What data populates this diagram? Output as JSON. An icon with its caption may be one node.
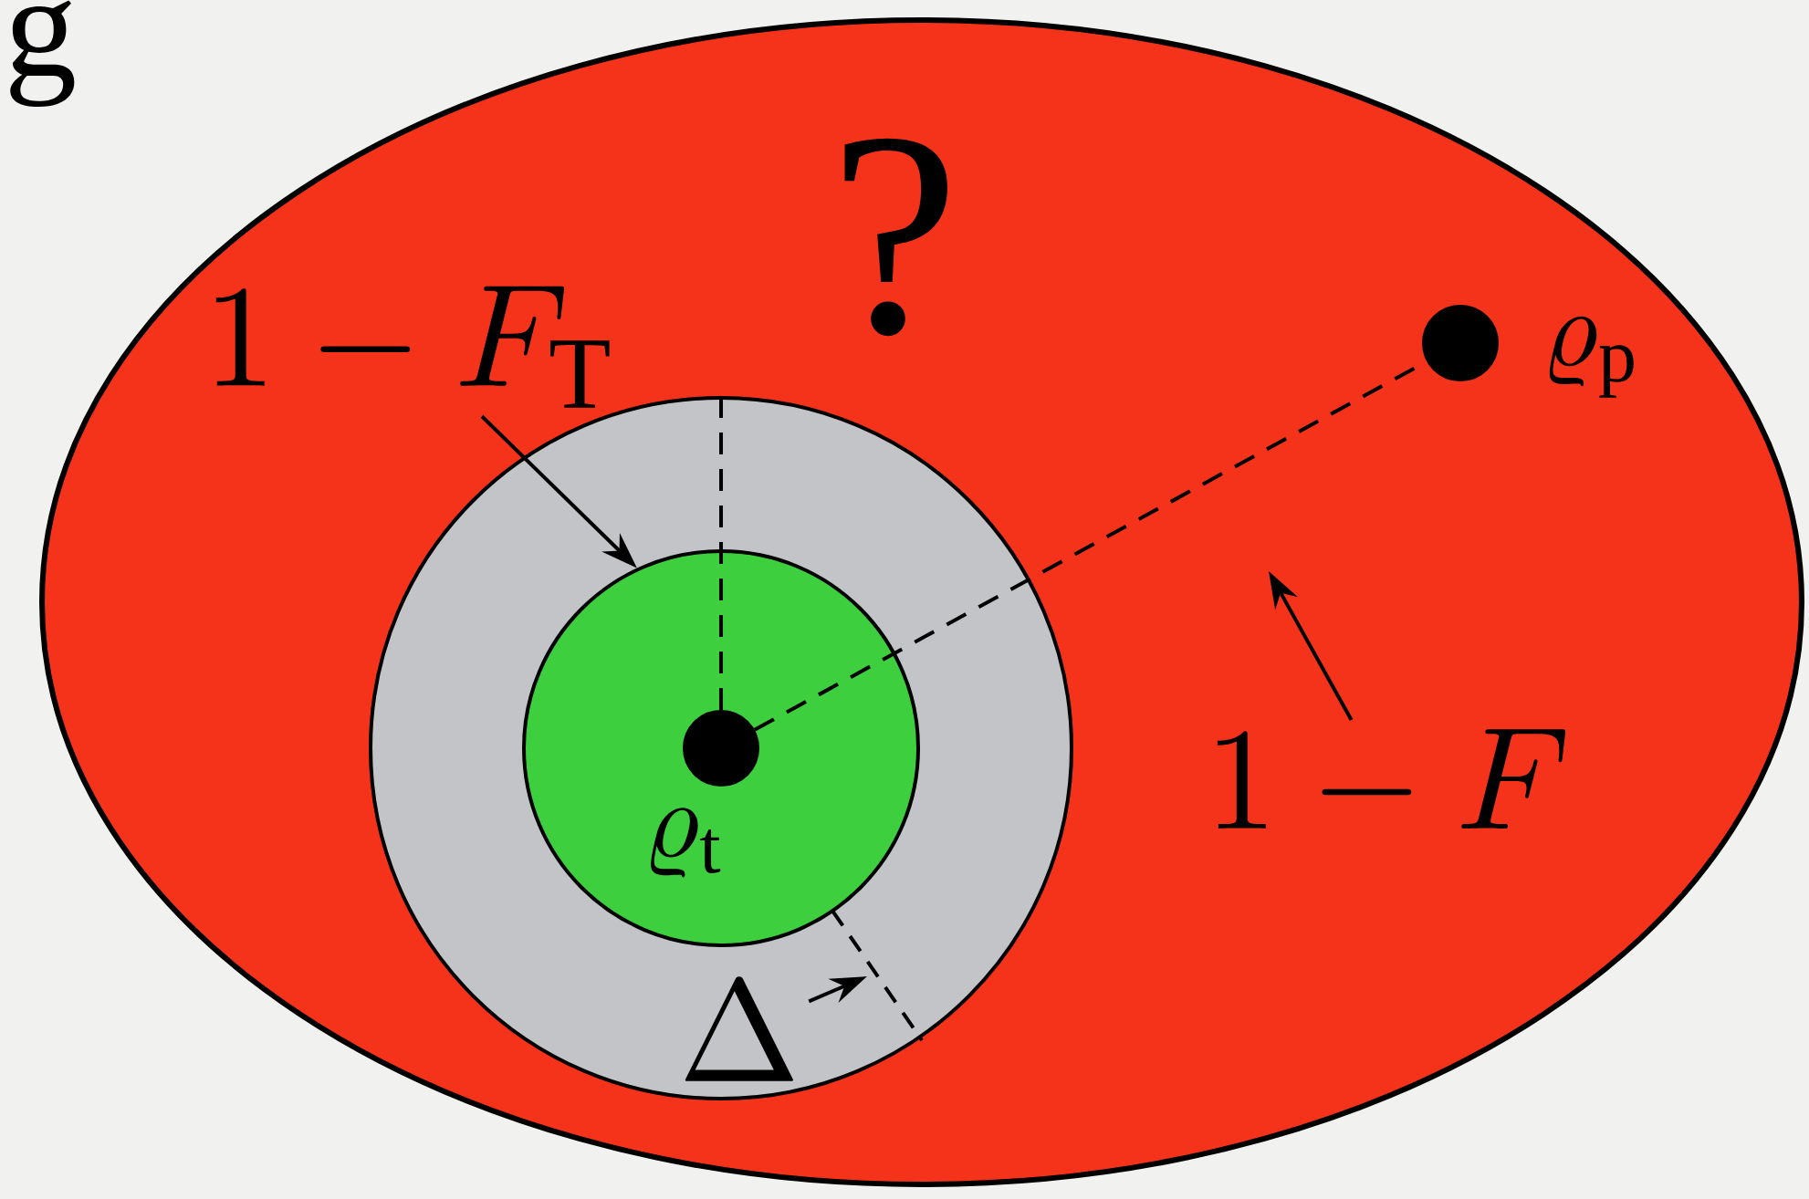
{
  "diagram": {
    "nodes": [
      {
        "text": [
          "?"
        ]
      },
      {
        "text": [],
        "shape": "circle",
        "in": 0
      },
      {
        "text": [],
        "shape": "circle",
        "in": 1
      },
      {
        "text": [],
        "shape": "circle",
        "in": 2,
        "beside": [
          "\\varrho_{\\mathrm{t}}"
        ]
      },
      {
        "text": [],
        "shape": "circle",
        "in": 0,
        "beside": [
          "\\varrho_{\\mathrm{p}}"
        ]
      },
      {
        "text": [
          "1-F_{\\mathrm{T}}"
        ],
        "in": 0
      },
      {
        "text": [
          "1-F"
        ],
        "in": 0
      },
      {
        "text": [
          "\\Delta"
        ],
        "in": 1
      }
    ],
    "edges": [
      {
        "from": 3,
        "to": 4,
        "arrow": "none",
        "style": "dashed"
      },
      {
        "from": 3,
        "to": 1,
        "arrow": "none",
        "style": "dashed"
      },
      {
        "from": 5,
        "to": 2,
        "arrow": "to"
      },
      {
        "from": 6,
        "to": null,
        "arrow": "to"
      },
      {
        "from": 7,
        "to": null,
        "arrow": "to"
      }
    ],
    "labels": [
      "g"
    ]
  }
}
